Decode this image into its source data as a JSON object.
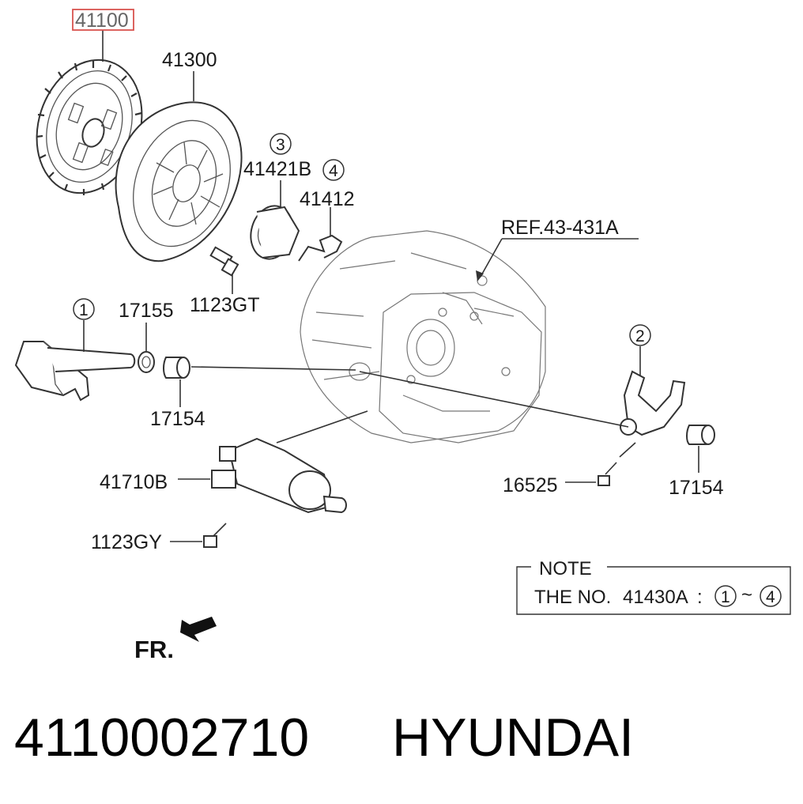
{
  "parts": {
    "p41100": "41100",
    "p41300": "41300",
    "p41421b": "41421B",
    "p41412": "41412",
    "p1123gt": "1123GT",
    "p17155": "17155",
    "p17154_left": "17154",
    "p17154_right": "17154",
    "p41710b": "41710B",
    "p1123gy": "1123GY",
    "p16525": "16525",
    "ref": "REF.43-431A"
  },
  "callouts": {
    "c1": "1",
    "c2": "2",
    "c3": "3",
    "c4": "4"
  },
  "note": {
    "title": "NOTE",
    "text": "THE NO.",
    "part_no": "41430A",
    "colon": ":",
    "from": "1",
    "tilde": "~",
    "to": "4"
  },
  "direction": "FR.",
  "footer": {
    "part_number": "4110002710",
    "brand": "HYUNDAI"
  },
  "colors": {
    "highlight": "#d9534f",
    "line": "#333333"
  }
}
